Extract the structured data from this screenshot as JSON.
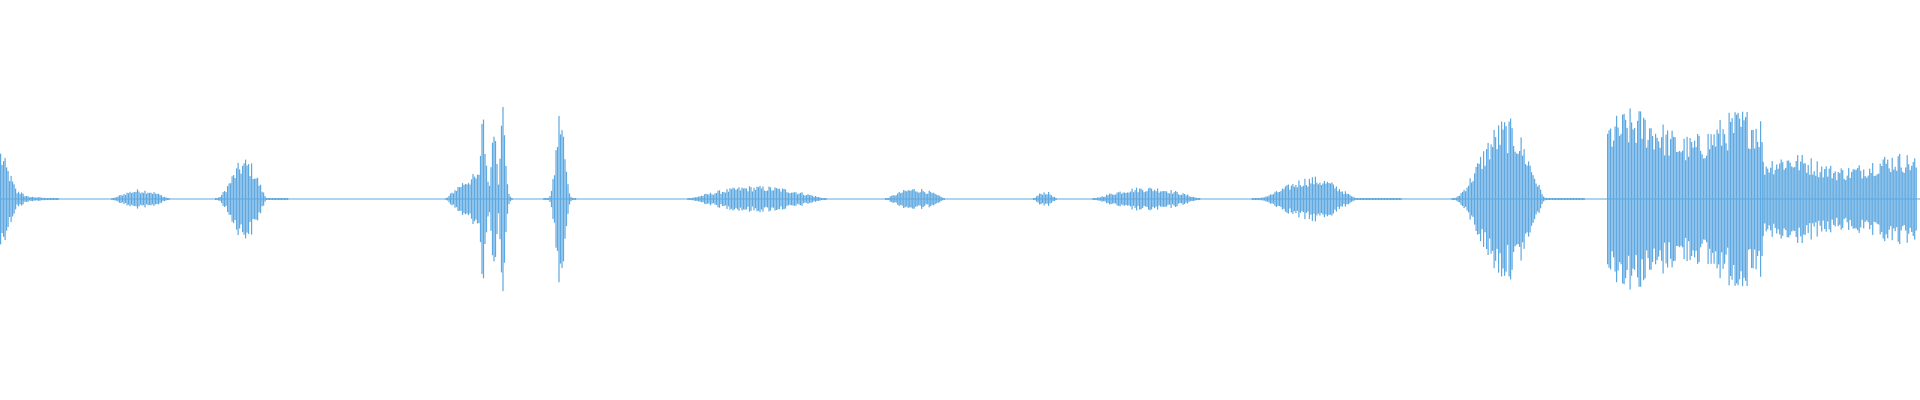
{
  "waveform": {
    "color": "#5DA8E0",
    "background": "#ffffff",
    "segments": [
      {
        "start": 0.0,
        "end": 0.012,
        "amp": 0.48,
        "kind": "burst"
      },
      {
        "start": 0.012,
        "end": 0.03,
        "amp": 0.05,
        "kind": "tail"
      },
      {
        "start": 0.058,
        "end": 0.088,
        "amp": 0.09,
        "kind": "blob"
      },
      {
        "start": 0.112,
        "end": 0.15,
        "amp": 0.55,
        "kind": "swell"
      },
      {
        "start": 0.232,
        "end": 0.267,
        "amp": 0.95,
        "kind": "spikes"
      },
      {
        "start": 0.283,
        "end": 0.3,
        "amp": 0.85,
        "kind": "spike"
      },
      {
        "start": 0.358,
        "end": 0.43,
        "amp": 0.12,
        "kind": "blob"
      },
      {
        "start": 0.461,
        "end": 0.492,
        "amp": 0.1,
        "kind": "blob"
      },
      {
        "start": 0.538,
        "end": 0.55,
        "amp": 0.07,
        "kind": "blob"
      },
      {
        "start": 0.569,
        "end": 0.625,
        "amp": 0.11,
        "kind": "blob"
      },
      {
        "start": 0.652,
        "end": 0.73,
        "amp": 0.3,
        "kind": "swell"
      },
      {
        "start": 0.756,
        "end": 0.825,
        "amp": 0.98,
        "kind": "swell"
      },
      {
        "start": 0.837,
        "end": 0.918,
        "amp": 0.82,
        "kind": "plateau"
      },
      {
        "start": 0.918,
        "end": 0.998,
        "amp": 0.42,
        "kind": "plateau"
      }
    ]
  }
}
